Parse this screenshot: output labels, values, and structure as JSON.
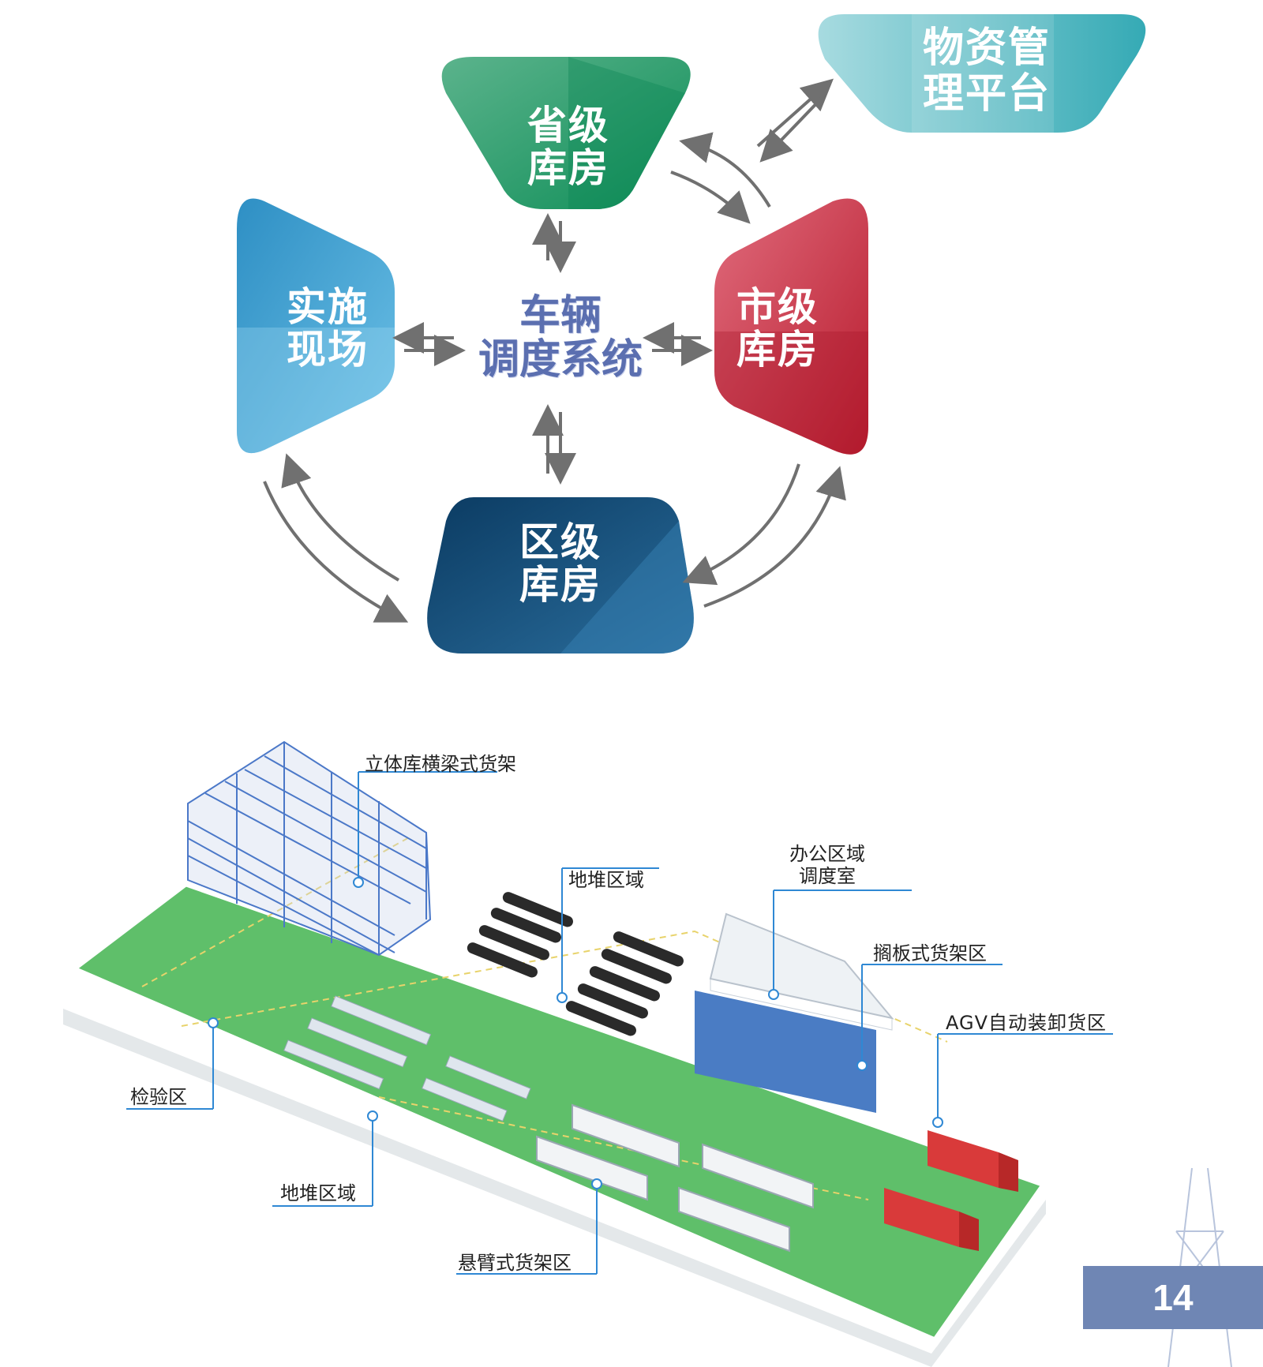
{
  "diagram": {
    "nodes": {
      "material_platform": {
        "line1": "物资管",
        "line2": "理平台"
      },
      "provincial": {
        "line1": "省级",
        "line2": "库房"
      },
      "site": {
        "line1": "实施",
        "line2": "现场"
      },
      "city": {
        "line1": "市级",
        "line2": "库房"
      },
      "district": {
        "line1": "区级",
        "line2": "库房"
      }
    },
    "center": {
      "line1": "车辆",
      "line2": "调度系统"
    }
  },
  "warehouse_callouts": {
    "stereo_rack": "立体库横梁式货架",
    "floor_stack_top": "地堆区域",
    "office": {
      "line1": "办公区域",
      "line2": "调度室"
    },
    "shelf_rack": "搁板式货架区",
    "agv": "AGV自动装卸货区",
    "inspection": "检验区",
    "floor_stack_bottom": "地堆区域",
    "cantilever": "悬臂式货架区"
  },
  "page_number": "14",
  "colors": {
    "provincial": "#1a9a66",
    "site": "#3aa3d4",
    "city": "#c8283a",
    "district": "#0d4a78",
    "platform": "#5cbcc4",
    "center_text": "#5b6fb0",
    "page_badge": "#6f86b4",
    "floor_green": "#5fbf6a"
  }
}
